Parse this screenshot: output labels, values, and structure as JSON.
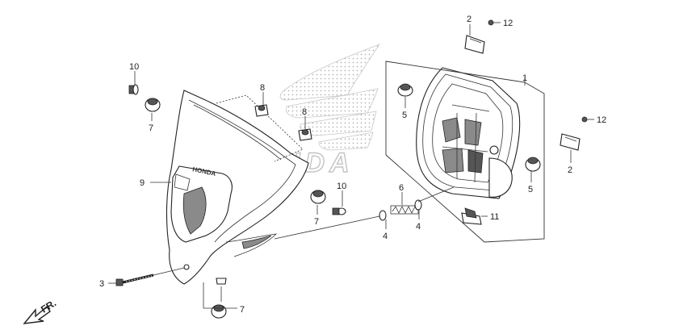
{
  "watermark": {
    "brand_text": "HONDA"
  },
  "badge_text": "HONDA",
  "direction_marker": {
    "label": "FR."
  },
  "callouts": [
    {
      "id": "c1",
      "label": "1"
    },
    {
      "id": "c2a",
      "label": "2"
    },
    {
      "id": "c2b",
      "label": "2"
    },
    {
      "id": "c3",
      "label": "3"
    },
    {
      "id": "c4a",
      "label": "4"
    },
    {
      "id": "c4b",
      "label": "4"
    },
    {
      "id": "c5a",
      "label": "5"
    },
    {
      "id": "c5b",
      "label": "5"
    },
    {
      "id": "c6",
      "label": "6"
    },
    {
      "id": "c7a",
      "label": "7"
    },
    {
      "id": "c7b",
      "label": "7"
    },
    {
      "id": "c7c",
      "label": "7"
    },
    {
      "id": "c8a",
      "label": "8"
    },
    {
      "id": "c8b",
      "label": "8"
    },
    {
      "id": "c9",
      "label": "9"
    },
    {
      "id": "c10a",
      "label": "10"
    },
    {
      "id": "c10b",
      "label": "10"
    },
    {
      "id": "c11",
      "label": "11"
    },
    {
      "id": "c12a",
      "label": "12"
    },
    {
      "id": "c12b",
      "label": "12"
    }
  ]
}
